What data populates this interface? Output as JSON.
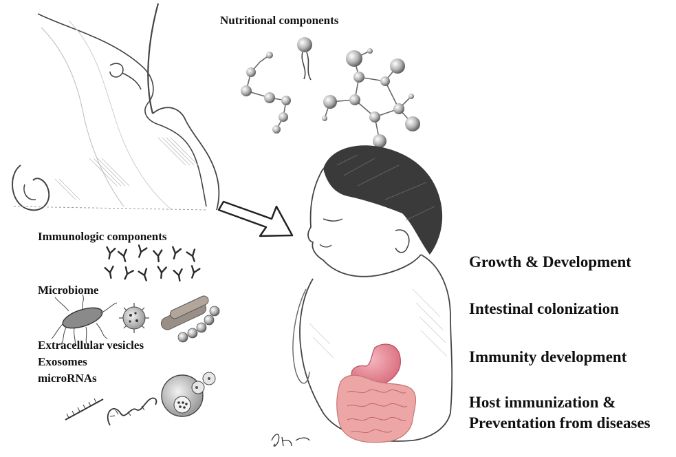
{
  "labels": {
    "nutritional": "Nutritional components",
    "immunologic": "Immunologic components",
    "microbiome": "Microbiome",
    "vesicles": "Extracellular vesicles",
    "exosomes": "Exosomes",
    "micrornas": "microRNAs"
  },
  "outcomes": [
    "Growth & Development",
    "Intestinal colonization",
    "Immunity development",
    "Host immunization &",
    "Preventation from diseases"
  ],
  "signature": "JhKim",
  "colors": {
    "ink": "#1a1a1a",
    "sketch": "#555555",
    "molecule": "#9a9a9a",
    "stomach": "#e07b8a",
    "intestine": "#eaa2a2"
  }
}
